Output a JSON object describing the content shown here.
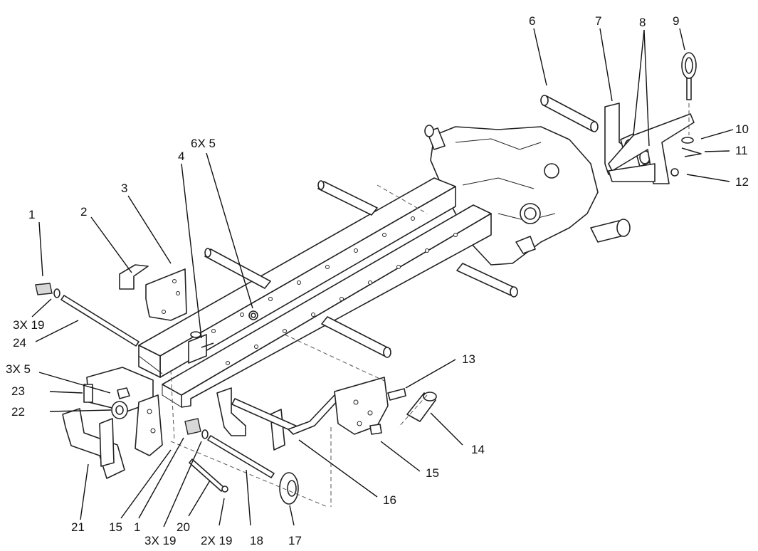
{
  "callouts": [
    {
      "id": "c1a",
      "text": "1"
    },
    {
      "id": "c2",
      "text": "2"
    },
    {
      "id": "c3",
      "text": "3"
    },
    {
      "id": "c4",
      "text": "4"
    },
    {
      "id": "c6x5",
      "text": "6X 5"
    },
    {
      "id": "c6",
      "text": "6"
    },
    {
      "id": "c7",
      "text": "7"
    },
    {
      "id": "c8",
      "text": "8"
    },
    {
      "id": "c9",
      "text": "9"
    },
    {
      "id": "c10",
      "text": "10"
    },
    {
      "id": "c11",
      "text": "11"
    },
    {
      "id": "c12",
      "text": "12"
    },
    {
      "id": "c3x19a",
      "text": "3X 19"
    },
    {
      "id": "c24",
      "text": "24"
    },
    {
      "id": "c3x5",
      "text": "3X 5"
    },
    {
      "id": "c23",
      "text": "23"
    },
    {
      "id": "c22",
      "text": "22"
    },
    {
      "id": "c13",
      "text": "13"
    },
    {
      "id": "c14",
      "text": "14"
    },
    {
      "id": "c15a",
      "text": "15"
    },
    {
      "id": "c16",
      "text": "16"
    },
    {
      "id": "c21",
      "text": "21"
    },
    {
      "id": "c15b",
      "text": "15"
    },
    {
      "id": "c1b",
      "text": "1"
    },
    {
      "id": "c3x19b",
      "text": "3X 19"
    },
    {
      "id": "c20",
      "text": "20"
    },
    {
      "id": "c2x19",
      "text": "2X 19"
    },
    {
      "id": "c18",
      "text": "18"
    },
    {
      "id": "c17",
      "text": "17"
    }
  ]
}
